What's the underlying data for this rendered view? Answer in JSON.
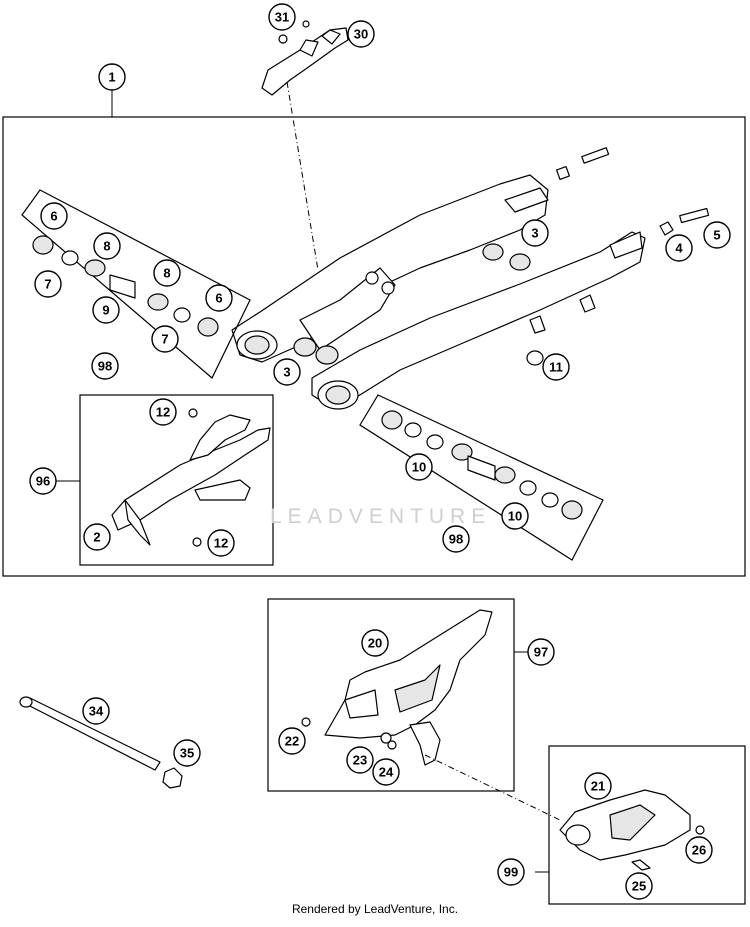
{
  "watermark": "LEADVENTURE",
  "credit": "Rendered by LeadVenture, Inc.",
  "callouts": [
    "1",
    "2",
    "3",
    "3",
    "4",
    "5",
    "6",
    "6",
    "7",
    "7",
    "8",
    "8",
    "9",
    "10",
    "10",
    "11",
    "12",
    "12",
    "20",
    "21",
    "22",
    "23",
    "24",
    "25",
    "26",
    "30",
    "31",
    "34",
    "35",
    "96",
    "97",
    "98",
    "98",
    "99"
  ],
  "colors": {
    "line": "#000000",
    "background": "#ffffff",
    "watermark": "#cfcfcf"
  }
}
